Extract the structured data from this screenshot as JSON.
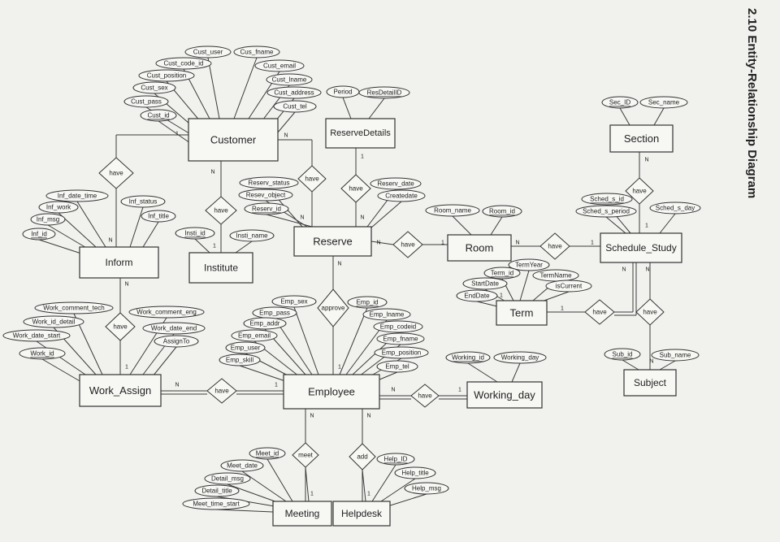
{
  "heading": "2.10 Entity-Relationship Diagram",
  "entities": [
    {
      "id": "customer",
      "label": "Customer"
    },
    {
      "id": "reservedetails",
      "label": "ReserveDetails"
    },
    {
      "id": "section",
      "label": "Section"
    },
    {
      "id": "institute",
      "label": "Institute"
    },
    {
      "id": "inform",
      "label": "Inform"
    },
    {
      "id": "reserve",
      "label": "Reserve"
    },
    {
      "id": "room",
      "label": "Room"
    },
    {
      "id": "schedule_study",
      "label": "Schedule_Study"
    },
    {
      "id": "term",
      "label": "Term"
    },
    {
      "id": "work_assign",
      "label": "Work_Assign"
    },
    {
      "id": "employee",
      "label": "Employee"
    },
    {
      "id": "working_day",
      "label": "Working_day"
    },
    {
      "id": "subject",
      "label": "Subject"
    },
    {
      "id": "meeting",
      "label": "Meeting"
    },
    {
      "id": "helpdesk",
      "label": "Helpdesk"
    }
  ],
  "relationships": [
    {
      "id": "r_inform_customer",
      "label": "have"
    },
    {
      "id": "r_institute_customer",
      "label": "have"
    },
    {
      "id": "r_customer_reserve",
      "label": "have"
    },
    {
      "id": "r_reservedetails_reserve",
      "label": "have"
    },
    {
      "id": "r_reserve_room",
      "label": "have"
    },
    {
      "id": "r_room_schedule",
      "label": "have"
    },
    {
      "id": "r_section_schedule",
      "label": "have"
    },
    {
      "id": "r_term_schedule",
      "label": "have"
    },
    {
      "id": "r_schedule_subject",
      "label": "have"
    },
    {
      "id": "r_reserve_employee",
      "label": "approve"
    },
    {
      "id": "r_inform_workassign",
      "label": "have"
    },
    {
      "id": "r_workassign_employee",
      "label": "have"
    },
    {
      "id": "r_employee_workingday",
      "label": "have"
    },
    {
      "id": "r_employee_meeting",
      "label": "meet"
    },
    {
      "id": "r_employee_helpdesk",
      "label": "add"
    }
  ],
  "attributes": [
    {
      "id": "cust_user",
      "label": "Cust_user"
    },
    {
      "id": "cus_fname",
      "label": "Cus_fname"
    },
    {
      "id": "cust_code_id",
      "label": "Cust_code_id"
    },
    {
      "id": "cust_email",
      "label": "Cust_email"
    },
    {
      "id": "cust_position",
      "label": "Cust_position"
    },
    {
      "id": "cust_lname",
      "label": "Cust_lname"
    },
    {
      "id": "cust_sex",
      "label": "Cust_sex"
    },
    {
      "id": "cust_address",
      "label": "Cust_address"
    },
    {
      "id": "cust_pass",
      "label": "Cust_pass"
    },
    {
      "id": "cust_tel",
      "label": "Cust_tel"
    },
    {
      "id": "cust_id",
      "label": "Cust_id"
    },
    {
      "id": "period",
      "label": "Period"
    },
    {
      "id": "resdetailid",
      "label": "ResDetailID"
    },
    {
      "id": "sec_id",
      "label": "Sec_ID"
    },
    {
      "id": "sec_name",
      "label": "Sec_name"
    },
    {
      "id": "reserv_status",
      "label": "Reserv_status"
    },
    {
      "id": "resev_object",
      "label": "Resev_object"
    },
    {
      "id": "reserv_id",
      "label": "Reserv_id"
    },
    {
      "id": "reserv_date",
      "label": "Reserv_date"
    },
    {
      "id": "createdate",
      "label": "Createdate"
    },
    {
      "id": "inf_date_time",
      "label": "Inf_date_time"
    },
    {
      "id": "inf_work",
      "label": "Inf_work"
    },
    {
      "id": "inf_msg",
      "label": "Inf_msg"
    },
    {
      "id": "inf_id",
      "label": "Inf_id"
    },
    {
      "id": "inf_status",
      "label": "Inf_status"
    },
    {
      "id": "inf_title",
      "label": "Inf_title"
    },
    {
      "id": "insti_id",
      "label": "Insti_id"
    },
    {
      "id": "insti_name",
      "label": "Insti_name"
    },
    {
      "id": "room_name",
      "label": "Room_name"
    },
    {
      "id": "room_id",
      "label": "Room_id"
    },
    {
      "id": "sched_s_id",
      "label": "Sched_s_id"
    },
    {
      "id": "sched_s_period",
      "label": "Sched_s_period"
    },
    {
      "id": "sched_s_day",
      "label": "Sched_s_day"
    },
    {
      "id": "termyear",
      "label": "TermYear"
    },
    {
      "id": "term_id",
      "label": "Term_id"
    },
    {
      "id": "termname",
      "label": "TermName"
    },
    {
      "id": "startdate",
      "label": "StartDate"
    },
    {
      "id": "iscurrent",
      "label": "isCurrent"
    },
    {
      "id": "enddate",
      "label": "EndDate"
    },
    {
      "id": "emp_sex",
      "label": "Emp_sex"
    },
    {
      "id": "emp_pass",
      "label": "Emp_pass"
    },
    {
      "id": "emp_addr",
      "label": "Emp_addr"
    },
    {
      "id": "emp_email",
      "label": "Emp_email"
    },
    {
      "id": "emp_user",
      "label": "Emp_user"
    },
    {
      "id": "emp_skill",
      "label": "Emp_skill"
    },
    {
      "id": "emp_id",
      "label": "Emp_id"
    },
    {
      "id": "emp_lname",
      "label": "Emp_lname"
    },
    {
      "id": "emp_codeid",
      "label": "Emp_codeid"
    },
    {
      "id": "emp_fname",
      "label": "Emp_fname"
    },
    {
      "id": "emp_position",
      "label": "Emp_position"
    },
    {
      "id": "emp_tel",
      "label": "Emp_tel"
    },
    {
      "id": "work_comment_tech",
      "label": "Work_comment_tech"
    },
    {
      "id": "work_id_detail",
      "label": "Work_id_detail"
    },
    {
      "id": "work_date_start",
      "label": "Work_date_start"
    },
    {
      "id": "work_id",
      "label": "Work_id"
    },
    {
      "id": "work_comment_eng",
      "label": "Work_comment_eng"
    },
    {
      "id": "work_date_end",
      "label": "Work_date_end"
    },
    {
      "id": "assignto",
      "label": "AssignTo"
    },
    {
      "id": "working_id",
      "label": "Working_id"
    },
    {
      "id": "working_day_attr",
      "label": "Working_day"
    },
    {
      "id": "sub_id",
      "label": "Sub_id"
    },
    {
      "id": "sub_name",
      "label": "Sub_name"
    },
    {
      "id": "meet_id",
      "label": "Meet_id"
    },
    {
      "id": "meet_date",
      "label": "Meet_date"
    },
    {
      "id": "detail_msg",
      "label": "Detail_msg"
    },
    {
      "id": "detail_title",
      "label": "Detail_title"
    },
    {
      "id": "meet_time_start",
      "label": "Meet_time_start"
    },
    {
      "id": "help_id",
      "label": "Help_ID"
    },
    {
      "id": "help_title",
      "label": "Help_title"
    },
    {
      "id": "help_msg",
      "label": "Help_msg"
    }
  ],
  "cardinalities": [
    {
      "id": "c01",
      "label": "1"
    },
    {
      "id": "c02",
      "label": "N"
    },
    {
      "id": "c03",
      "label": "1"
    },
    {
      "id": "c04",
      "label": "N"
    },
    {
      "id": "c05",
      "label": "N"
    },
    {
      "id": "c06",
      "label": "1"
    },
    {
      "id": "c07",
      "label": "N"
    },
    {
      "id": "c08",
      "label": "N"
    },
    {
      "id": "c09",
      "label": "1"
    },
    {
      "id": "c10",
      "label": "N"
    },
    {
      "id": "c11",
      "label": "1"
    },
    {
      "id": "c12",
      "label": "N"
    },
    {
      "id": "c13",
      "label": "1"
    },
    {
      "id": "c14",
      "label": "N"
    },
    {
      "id": "c15",
      "label": "N"
    },
    {
      "id": "c16",
      "label": "1"
    },
    {
      "id": "c17",
      "label": "N"
    },
    {
      "id": "c18",
      "label": "1"
    },
    {
      "id": "c19",
      "label": "N"
    },
    {
      "id": "c20",
      "label": "1"
    },
    {
      "id": "c21",
      "label": "N"
    },
    {
      "id": "c22",
      "label": "1"
    },
    {
      "id": "c23",
      "label": "N"
    },
    {
      "id": "c24",
      "label": "1"
    },
    {
      "id": "c25",
      "label": "N"
    },
    {
      "id": "c26",
      "label": "1"
    },
    {
      "id": "c27",
      "label": "N"
    },
    {
      "id": "c28",
      "label": "1"
    },
    {
      "id": "c29",
      "label": "N"
    },
    {
      "id": "c30",
      "label": "N"
    },
    {
      "id": "c31",
      "label": "1"
    }
  ]
}
